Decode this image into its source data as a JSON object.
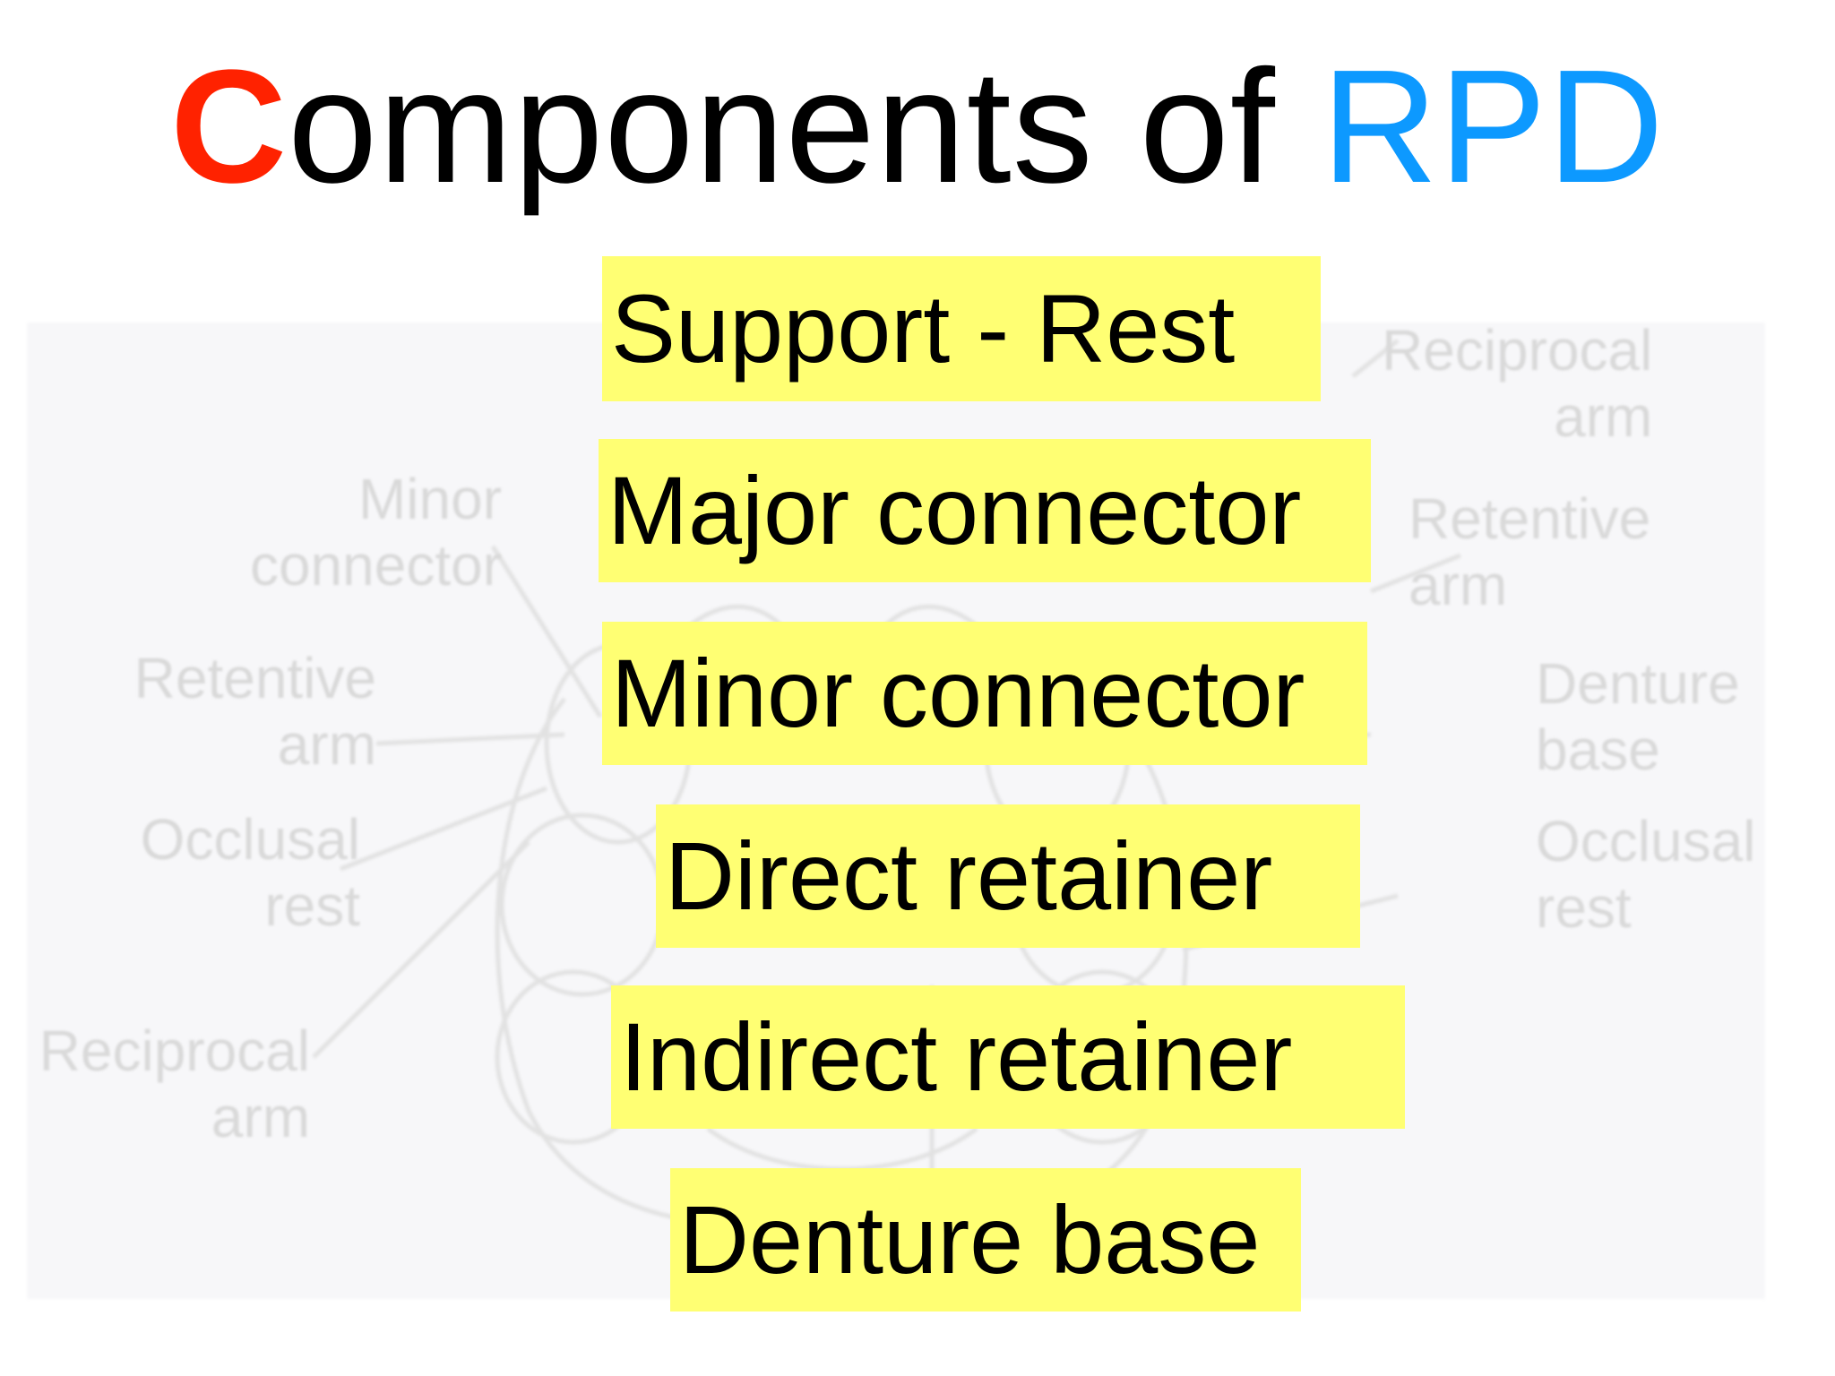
{
  "title": {
    "initial": "C",
    "middle": "omponents of ",
    "acronym": "RPD"
  },
  "colors": {
    "initial": "#ff2200",
    "acronym": "#0d99ff",
    "highlight": "#ffff73",
    "faded_label": "#d9d9d9"
  },
  "components": [
    "Support - Rest",
    "Major connector",
    "Minor connector",
    "Direct retainer",
    "Indirect retainer",
    "Denture base"
  ],
  "background_labels": [
    "Reciprocal\narm",
    "Minor\nconnector",
    "Retentive\narm",
    "Retentive\narm",
    "Denture\nbase",
    "Occlusal\nrest",
    "Occlusal\nrest",
    "Reciprocal\narm"
  ]
}
